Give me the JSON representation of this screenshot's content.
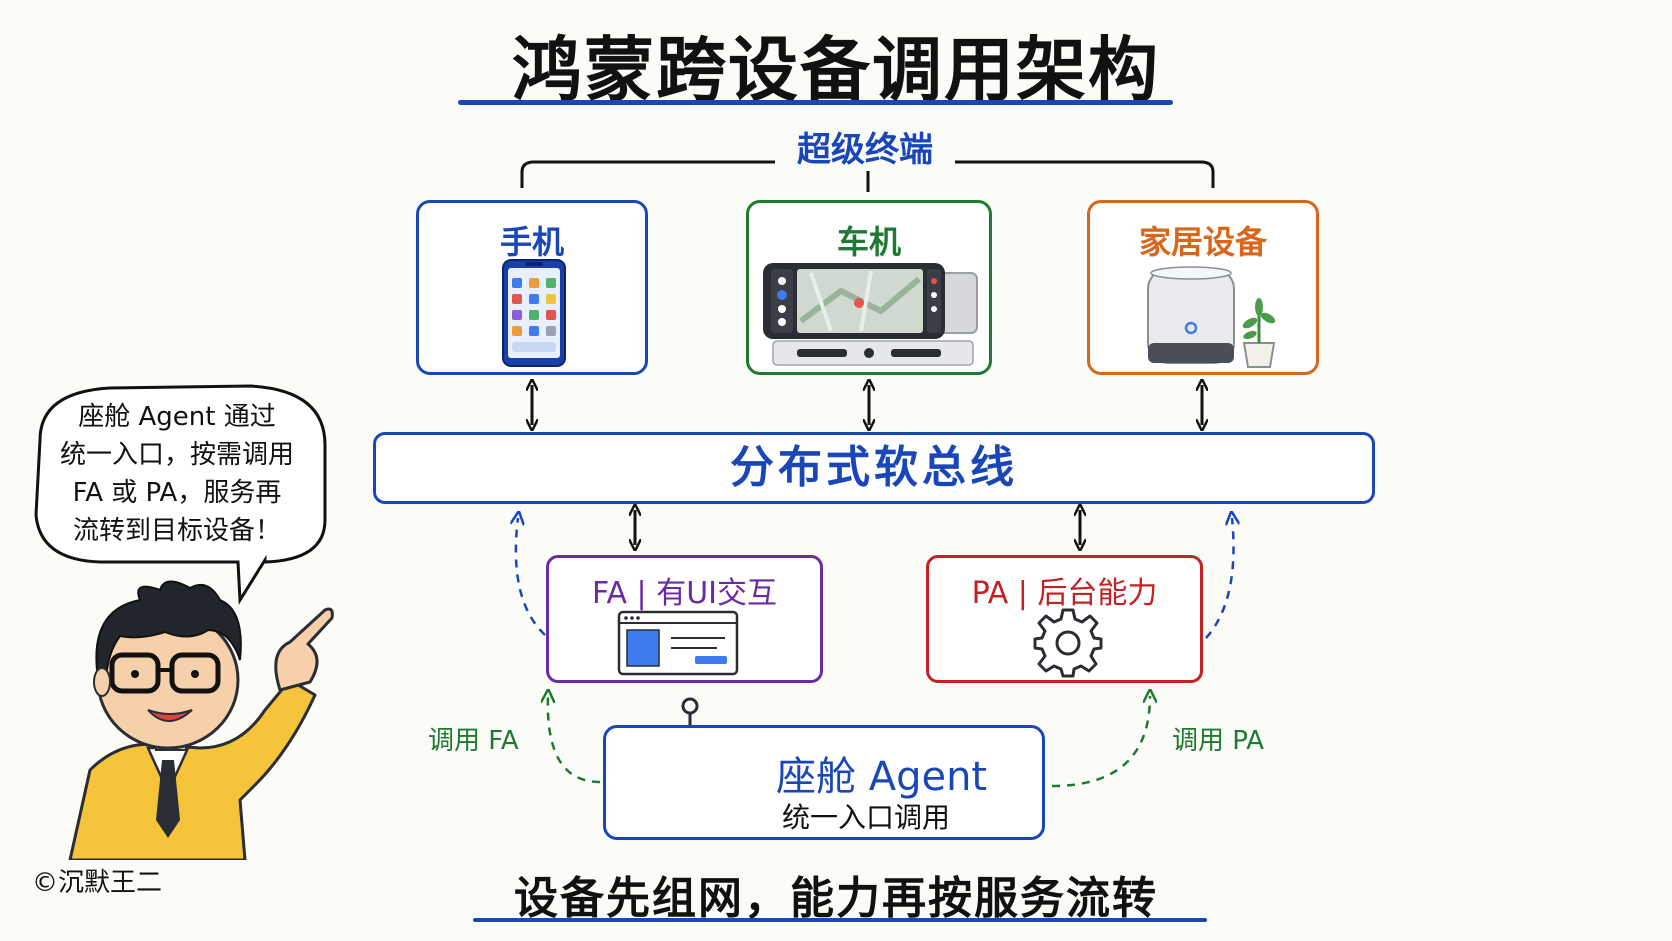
{
  "title": "鸿蒙跨设备调用架构",
  "super_terminal": "超级终端",
  "devices": [
    {
      "label": "手机",
      "color": "#1a47b8"
    },
    {
      "label": "车机",
      "color": "#1e7a32"
    },
    {
      "label": "家居设备",
      "color": "#d9661a"
    }
  ],
  "bus": "分布式软总线",
  "fa": {
    "label": "FA | 有UI交互",
    "color": "#6a2aa8"
  },
  "pa": {
    "label": "PA | 后台能力",
    "color": "#c42222"
  },
  "agent": {
    "name": "座舱 Agent",
    "subtitle": "统一入口调用"
  },
  "call_fa": "调用 FA",
  "call_pa": "调用 PA",
  "speech_lines": [
    "座舱 Agent 通过",
    "统一入口，按需调用",
    "FA 或 PA，服务再",
    "流转到目标设备！"
  ],
  "bottom": "设备先组网，能力再按服务流转",
  "copyright": "©沉默王二"
}
